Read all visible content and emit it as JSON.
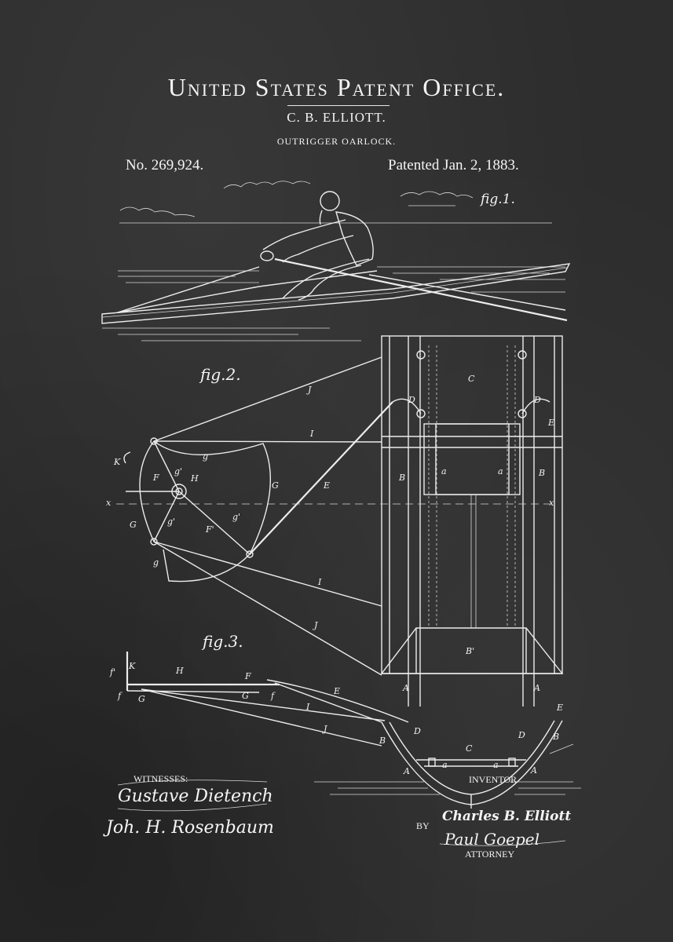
{
  "header": {
    "office_title": "United States Patent Office.",
    "inventor_name": "C. B. ELLIOTT.",
    "invention_title": "OUTRIGGER OARLOCK.",
    "patent_number": "No. 269,924.",
    "patent_date": "Patented Jan. 2, 1883."
  },
  "figures": {
    "fig1": "fig.1.",
    "fig2": "fig.2.",
    "fig3": "fig.3."
  },
  "fig2_labels": {
    "J": "J",
    "I": "I",
    "E": "E",
    "C": "C",
    "D": "D",
    "B": "B",
    "a": "a",
    "K": "K",
    "F": "F",
    "H": "H",
    "G": "G",
    "g": "g",
    "g1": "g'",
    "F1": "F'",
    "x": "x",
    "B1": "B'",
    "A": "A"
  },
  "fig3_labels": {
    "f1": "f'",
    "K": "K",
    "H": "H",
    "F": "F",
    "f": "f",
    "G": "G",
    "E": "E",
    "I": "I",
    "J": "J",
    "B": "B",
    "D": "D",
    "C": "C",
    "A": "A",
    "a": "a"
  },
  "signatures": {
    "witnesses_label": "WITNESSES:",
    "witness_1": "Gustave Dietench",
    "witness_2": "Joh. H. Rosenbaum",
    "inventor_label": "INVENTOR",
    "by_label": "BY",
    "inventor_signature": "Charles B. Elliott",
    "attorney_signature": "Paul Goepel",
    "attorney_label": "ATTORNEY"
  },
  "colors": {
    "background": "#2d2d2d",
    "ink": "#f2f2f2"
  }
}
